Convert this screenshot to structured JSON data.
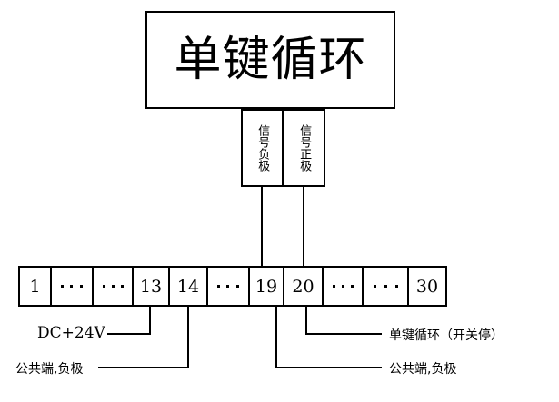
{
  "diagram": {
    "title_box": {
      "label": "单键循环"
    },
    "signal_boxes": [
      {
        "name": "signal-negative",
        "label": "信号负极"
      },
      {
        "name": "signal-positive",
        "label": "信号正极"
      }
    ],
    "terminal_strip": {
      "cells": [
        {
          "type": "number",
          "label": "1"
        },
        {
          "type": "dots",
          "label": "···"
        },
        {
          "type": "dots",
          "label": "···"
        },
        {
          "type": "number",
          "label": "13"
        },
        {
          "type": "number",
          "label": "14"
        },
        {
          "type": "dots",
          "label": "···"
        },
        {
          "type": "number",
          "label": "19"
        },
        {
          "type": "number",
          "label": "20"
        },
        {
          "type": "dots",
          "label": "···"
        },
        {
          "type": "dots",
          "label": "···"
        },
        {
          "type": "number",
          "label": "30"
        }
      ]
    },
    "annotations": {
      "left_top": "DC+24V",
      "left_bottom": "公共端,负极",
      "right_top": "单键循环（开关停）",
      "right_bottom": "公共端,负极"
    },
    "colors": {
      "line": "#000000",
      "background": "#ffffff"
    }
  }
}
